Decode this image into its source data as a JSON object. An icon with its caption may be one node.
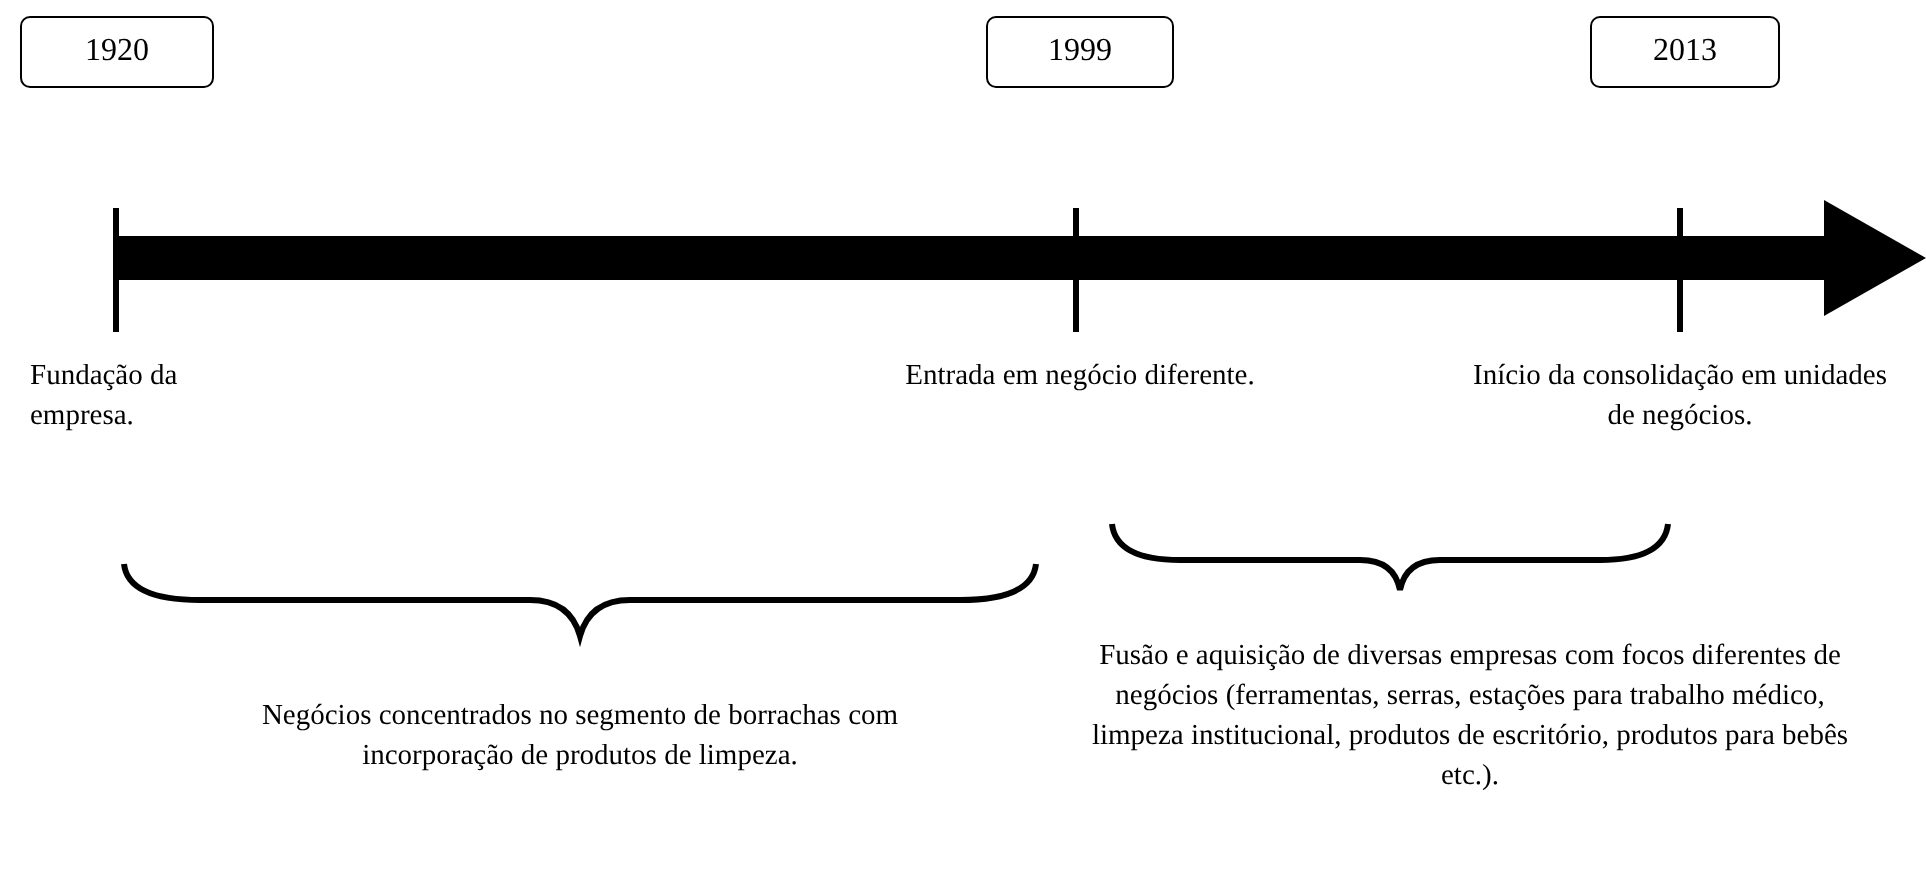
{
  "diagram": {
    "nodes": [
      {
        "text": [
          "1920"
        ]
      },
      {
        "text": [
          "1999"
        ]
      },
      {
        "text": [
          "2013"
        ]
      }
    ],
    "edges": [],
    "labels": [
      "Fundação da empresa.",
      "Entrada em negócio diferente.",
      "Início da consolidação em unidades de negócios.",
      "Negócios concentrados no segmento de borrachas com incorporação de produtos de limpeza.",
      "Fusão e aquisição de diversas empresas com focos diferentes de negócios (ferramentas, serras, estações para trabalho médico, limpeza institucional, produtos de escritório, produtos para bebês etc.)."
    ]
  }
}
